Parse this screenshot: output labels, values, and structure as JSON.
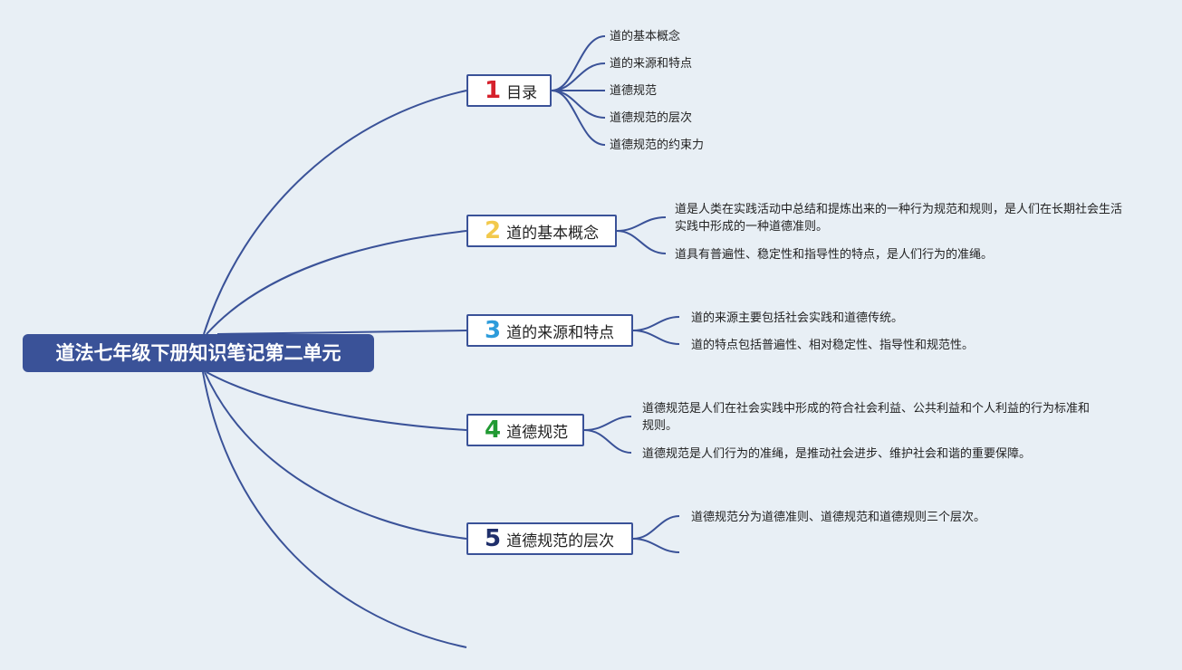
{
  "root": {
    "title": "道法七年级下册知识笔记第二单元"
  },
  "topics": [
    {
      "num": "1",
      "num_color": "#d6212c",
      "label": "目录",
      "leaves": [
        "道的基本概念",
        "道的来源和特点",
        "道德规范",
        "道德规范的层次",
        "道德规范的约束力"
      ]
    },
    {
      "num": "2",
      "num_color": "#f2c94c",
      "label": "道的基本概念",
      "leaves": [
        "道是人类在实践活动中总结和提炼出来的一种行为规范和规则，是人们在长期社会生活实践中形成的一种道德准则。",
        "道具有普遍性、稳定性和指导性的特点，是人们行为的准绳。"
      ]
    },
    {
      "num": "3",
      "num_color": "#2d9cdb",
      "label": "道的来源和特点",
      "leaves": [
        "道的来源主要包括社会实践和道德传统。",
        "道的特点包括普遍性、相对稳定性、指导性和规范性。"
      ]
    },
    {
      "num": "4",
      "num_color": "#219a33",
      "label": "道德规范",
      "leaves": [
        "道德规范是人们在社会实践中形成的符合社会利益、公共利益和个人利益的行为标准和规则。",
        "道德规范是人们行为的准绳，是推动社会进步、维护社会和谐的重要保障。"
      ]
    },
    {
      "num": "5",
      "num_color": "#1f2f6b",
      "label": "道德规范的层次",
      "leaves": [
        "道德规范分为道德准则、道德规范和道德规则三个层次。"
      ]
    }
  ],
  "colors": {
    "line": "#3a5298",
    "root_fill": "#3a5298",
    "background": "#e8eff5"
  }
}
